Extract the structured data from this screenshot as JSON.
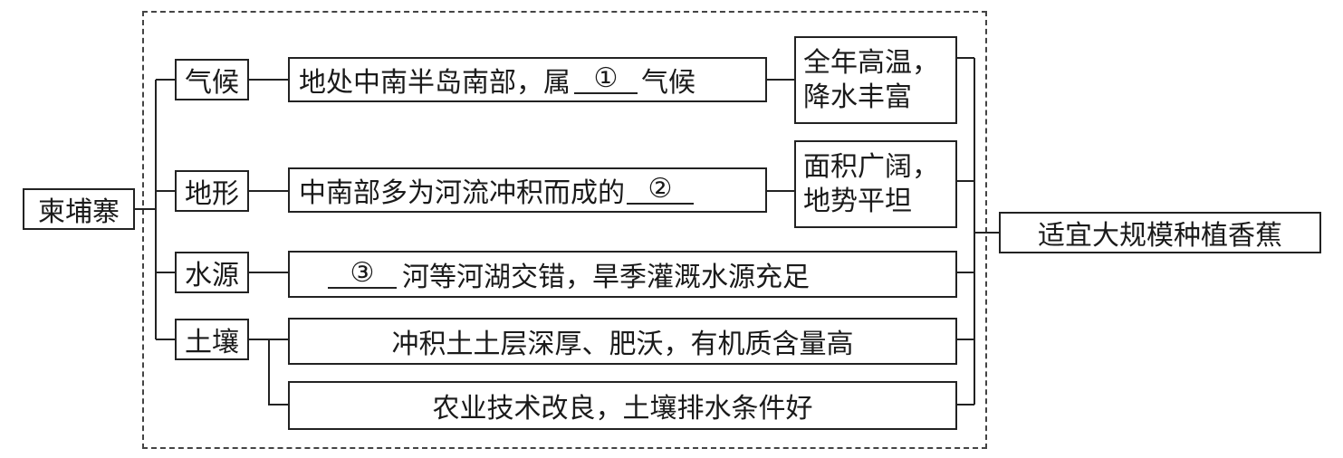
{
  "root": "柬埔寨",
  "result": "适宜大规模种植香蕉",
  "rows": {
    "climate": {
      "factor": "气候",
      "desc_before": "地处中南半岛南部，属",
      "blank": "①",
      "desc_after": "气候",
      "effect_line1": "全年高温，",
      "effect_line2": "降水丰富"
    },
    "landform": {
      "factor": "地形",
      "desc_before": "中南部多为河流冲积而成的",
      "blank": "②",
      "effect_line1": "面积广阔，",
      "effect_line2": "地势平坦"
    },
    "water": {
      "factor": "水源",
      "blank": "③",
      "desc_after": "河等河湖交错，旱季灌溉水源充足"
    },
    "soil": {
      "factor": "土壤",
      "desc1": "冲积土土层深厚、肥沃，有机质含量高",
      "desc2": "农业技术改良，土壤排水条件好"
    }
  }
}
